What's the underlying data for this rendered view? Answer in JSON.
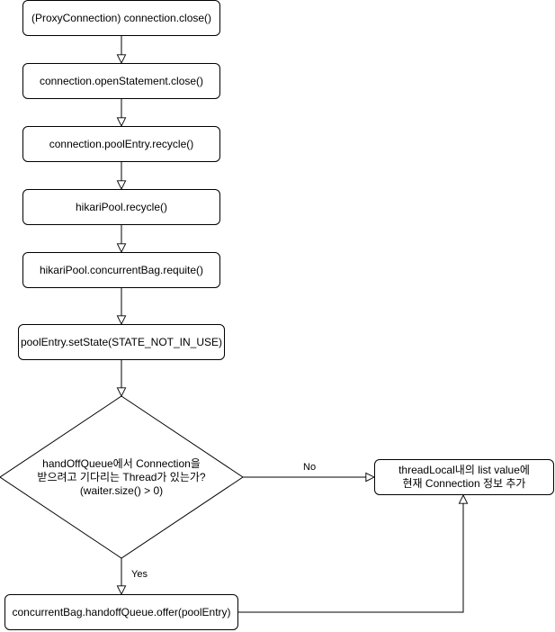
{
  "nodes": {
    "proxy_close": "(ProxyConnection) connection.close()",
    "statement_close": "connection.openStatement.close()",
    "pool_entry_recycle": "connection.poolEntry.recycle()",
    "hikari_recycle": "hikariPool.recycle()",
    "bag_requite": "hikariPool.concurrentBag.requite()",
    "set_state": "poolEntry.setState(STATE_NOT_IN_USE)",
    "decision_line1": "handOffQueue에서 Connection을",
    "decision_line2": "받으려고 기다리는 Thread가 있는가?",
    "decision_line3": "(waiter.size() > 0)",
    "thread_local_line1": "threadLocal내의 list value에",
    "thread_local_line2": "현재 Connection 정보 추가",
    "handoff_offer": "concurrentBag.handoffQueue.offer(poolEntry)"
  },
  "edges": {
    "no_label": "No",
    "yes_label": "Yes"
  }
}
